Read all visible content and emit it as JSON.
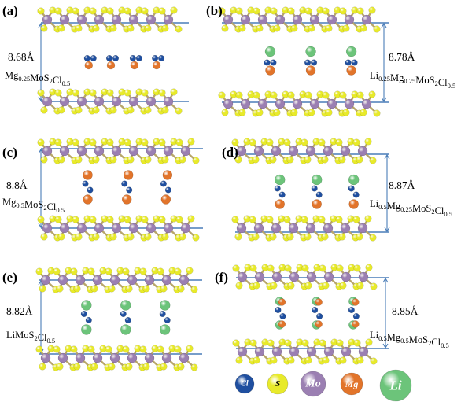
{
  "colors": {
    "mo": "#9b7fb2",
    "s": "#e8ea2a",
    "cl": "#1f4fa0",
    "mg": "#e2742a",
    "li": "#6cc47a",
    "guide_line": "#4a7db8"
  },
  "panels": [
    {
      "id": "a",
      "label": "(a)",
      "spacing": "8.68Å",
      "formula": [
        {
          "t": "Mg"
        },
        {
          "s": "0.25"
        },
        {
          "t": "MoS"
        },
        {
          "s": "2"
        },
        {
          "t": "Cl"
        },
        {
          "s": "0.5"
        }
      ]
    },
    {
      "id": "b",
      "label": "(b)",
      "spacing": "8.78Å",
      "formula": [
        {
          "t": "Li"
        },
        {
          "s": "0.25"
        },
        {
          "t": "Mg"
        },
        {
          "s": "0.25"
        },
        {
          "t": "MoS"
        },
        {
          "s": "2"
        },
        {
          "t": "Cl"
        },
        {
          "s": "0.5"
        }
      ]
    },
    {
      "id": "c",
      "label": "(c)",
      "spacing": "8.8Å",
      "formula": [
        {
          "t": "Mg"
        },
        {
          "s": "0.5"
        },
        {
          "t": "MoS"
        },
        {
          "s": "2"
        },
        {
          "t": "Cl"
        },
        {
          "s": "0.5"
        }
      ]
    },
    {
      "id": "d",
      "label": "(d)",
      "spacing": "8.87Å",
      "formula": [
        {
          "t": "Li"
        },
        {
          "s": "0.5"
        },
        {
          "t": "Mg"
        },
        {
          "s": "0.25"
        },
        {
          "t": "MoS"
        },
        {
          "s": "2"
        },
        {
          "t": "Cl"
        },
        {
          "s": "0.5"
        }
      ]
    },
    {
      "id": "e",
      "label": "(e)",
      "spacing": "8.82Å",
      "formula": [
        {
          "t": "LiMoS"
        },
        {
          "s": "2"
        },
        {
          "t": "Cl"
        },
        {
          "s": "0.5"
        }
      ]
    },
    {
      "id": "f",
      "label": "(f)",
      "spacing": "8.85Å",
      "formula": [
        {
          "t": "Li"
        },
        {
          "s": "0.5"
        },
        {
          "t": "Mg"
        },
        {
          "s": "0.5"
        },
        {
          "t": "MoS"
        },
        {
          "s": "2"
        },
        {
          "t": "Cl"
        },
        {
          "s": "0.5"
        }
      ]
    }
  ],
  "legend": [
    {
      "symbol": "Cl",
      "color_key": "cl"
    },
    {
      "symbol": "S",
      "color_key": "s"
    },
    {
      "symbol": "Mo",
      "color_key": "mo"
    },
    {
      "symbol": "Mg",
      "color_key": "mg"
    },
    {
      "symbol": "Li",
      "color_key": "li"
    }
  ]
}
